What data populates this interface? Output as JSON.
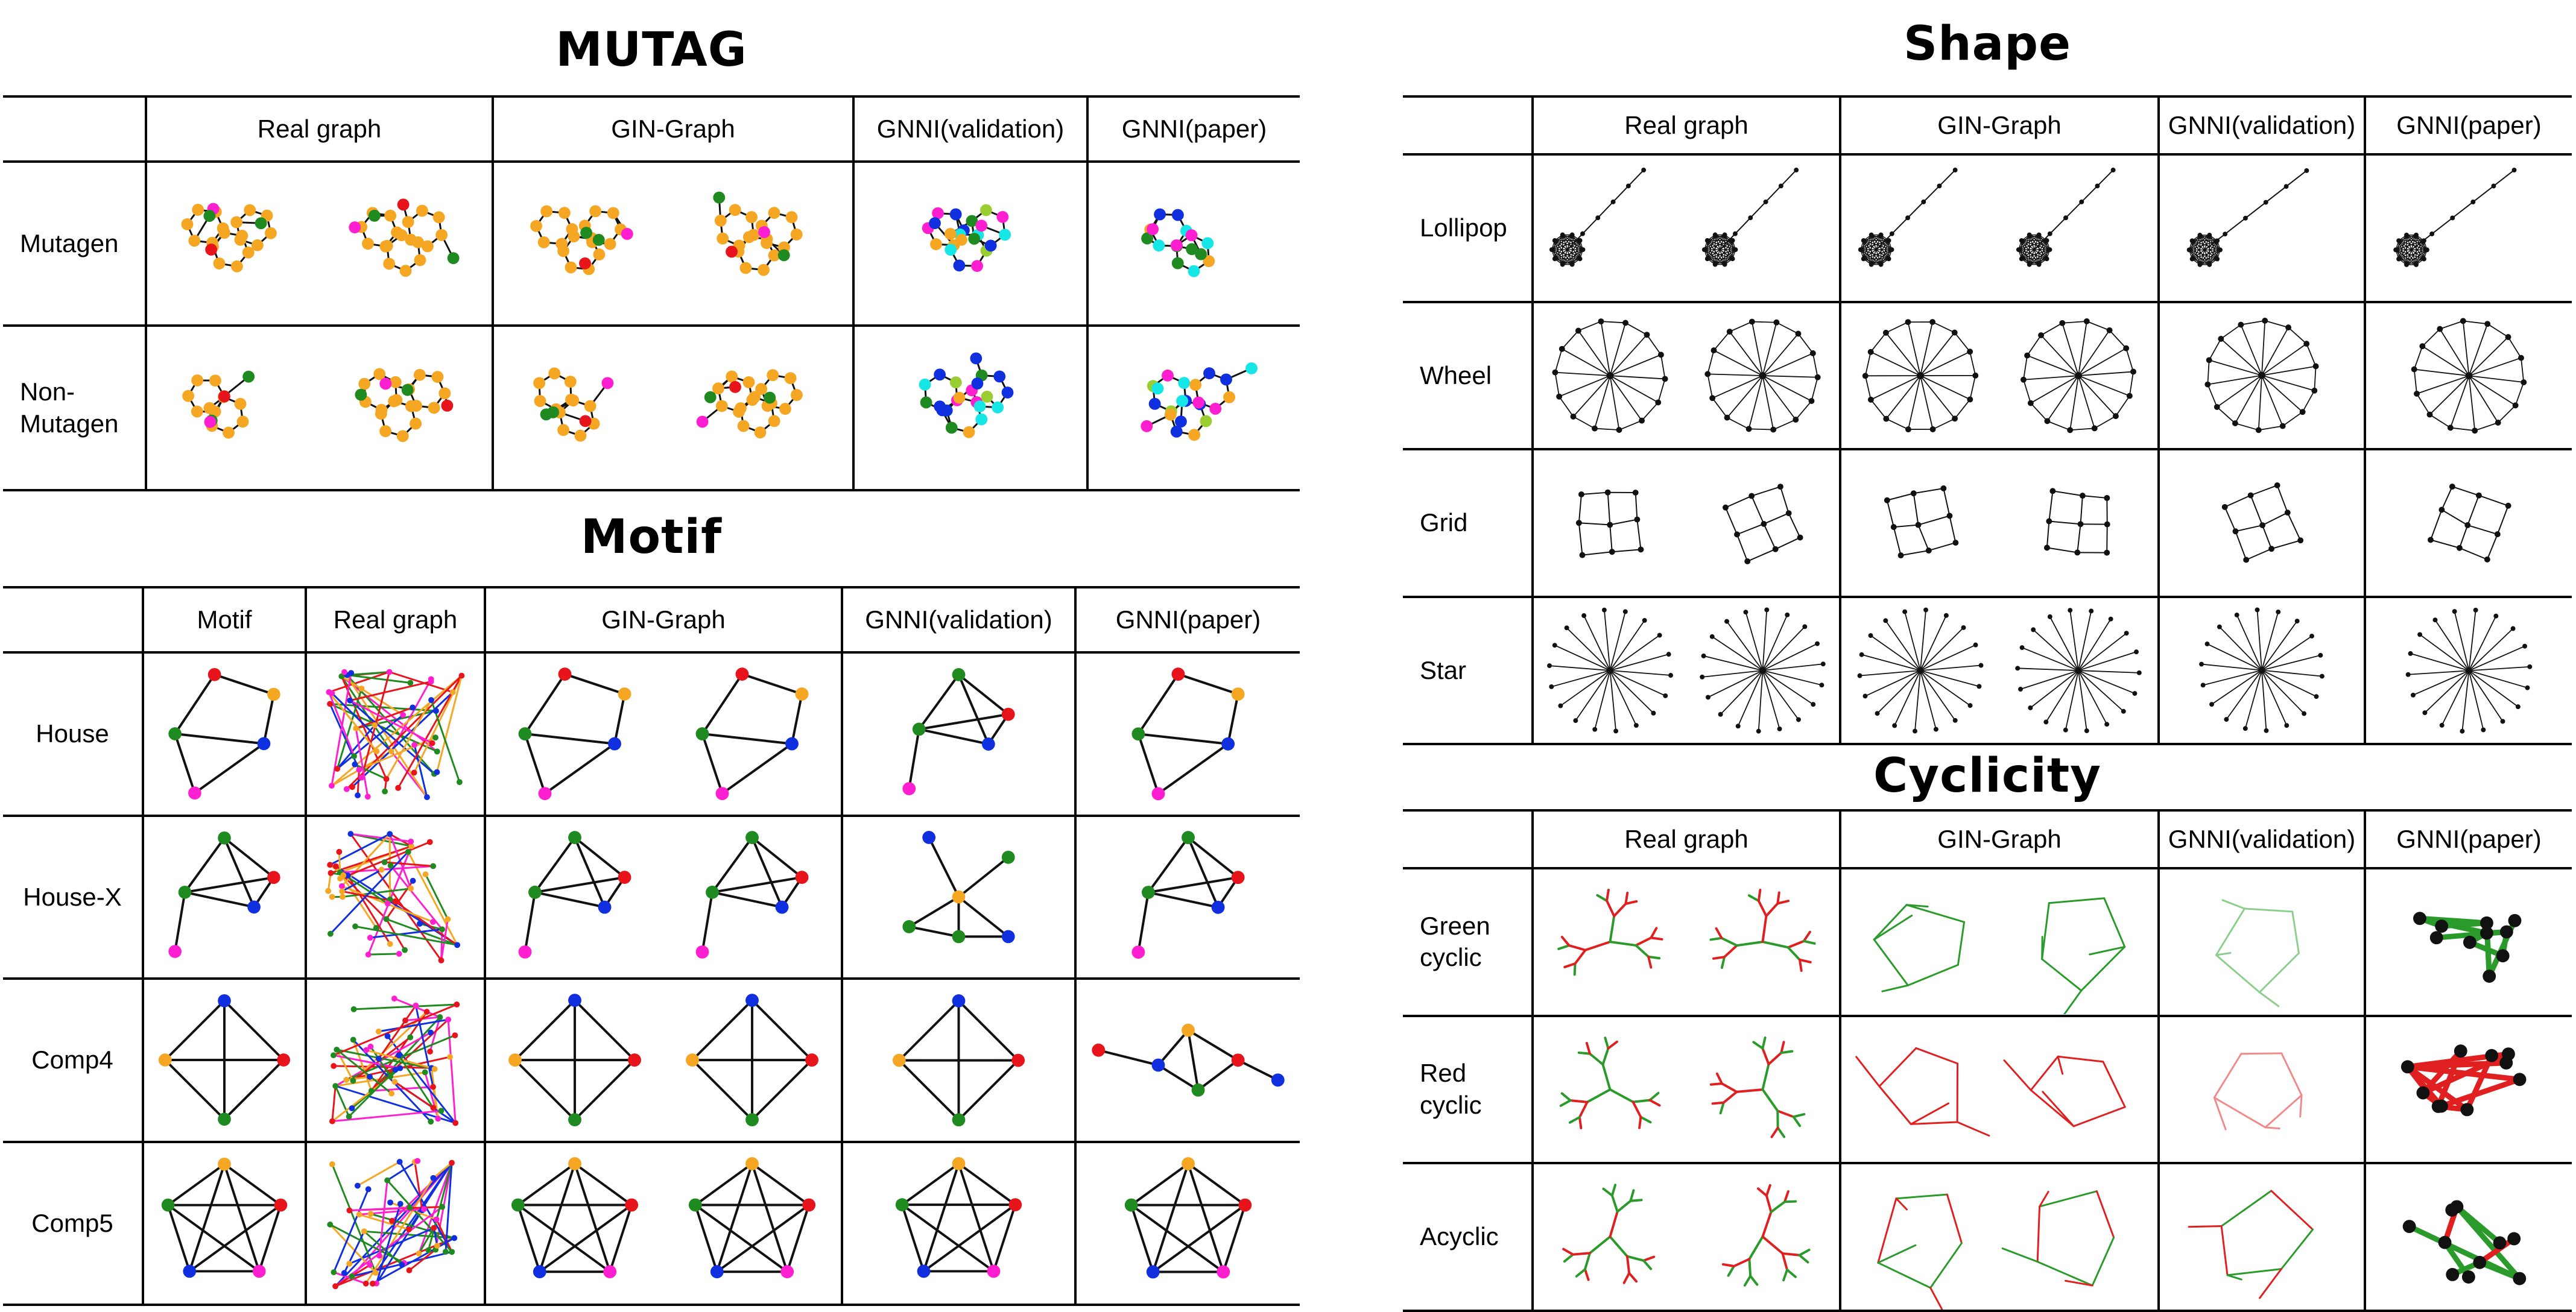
{
  "titles": {
    "mutag": "MUTAG",
    "motif": "Motif",
    "shape": "Shape",
    "cyclicity": "Cyclicity"
  },
  "mutag": {
    "columns": [
      "",
      "Real graph",
      "GIN-Graph",
      "GNNI(validation)",
      "GNNI(paper)"
    ],
    "rows": [
      {
        "label": "Mutagen"
      },
      {
        "label": "Non-\nMutagen"
      }
    ]
  },
  "motif": {
    "columns": [
      "",
      "Motif",
      "Real graph",
      "GIN-Graph",
      "GNNI(validation)",
      "GNNI(paper)"
    ],
    "rows": [
      {
        "label": "House"
      },
      {
        "label": "House-X"
      },
      {
        "label": "Comp4"
      },
      {
        "label": "Comp5"
      }
    ]
  },
  "shape": {
    "columns": [
      "",
      "Real graph",
      "GIN-Graph",
      "GNNI(validation)",
      "GNNI(paper)"
    ],
    "rows": [
      {
        "label": "Lollipop"
      },
      {
        "label": "Wheel"
      },
      {
        "label": "Grid"
      },
      {
        "label": "Star"
      }
    ]
  },
  "cyclicity": {
    "columns": [
      "",
      "Real graph",
      "GIN-Graph",
      "GNNI(validation)",
      "GNNI(paper)"
    ],
    "rows": [
      {
        "label": "Green\ncyclic"
      },
      {
        "label": "Red\ncyclic"
      },
      {
        "label": "Acyclic"
      }
    ]
  },
  "colors": {
    "orange": "#f5a623",
    "green": "#1f8a1f",
    "magenta": "#ff1fd0",
    "red": "#e8141b",
    "blue": "#1030e0",
    "cyan": "#16e6e6",
    "lime": "#9acd32",
    "black": "#111111",
    "edge_red": "#e02020",
    "edge_green": "#2a9a2a"
  }
}
